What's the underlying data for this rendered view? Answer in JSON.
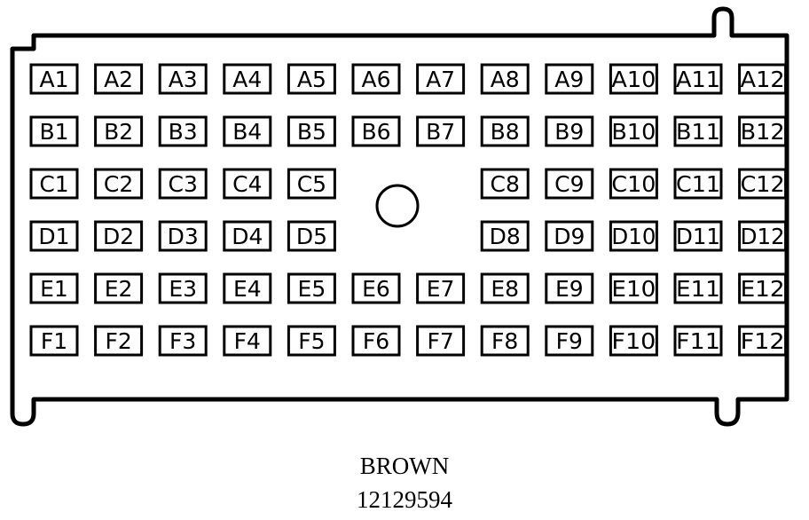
{
  "connector": {
    "color": "BROWN",
    "part_number": "12129594",
    "rows": [
      [
        "A1",
        "A2",
        "A3",
        "A4",
        "A5",
        "A6",
        "A7",
        "A8",
        "A9",
        "A10",
        "A11",
        "A12"
      ],
      [
        "B1",
        "B2",
        "B3",
        "B4",
        "B5",
        "B6",
        "B7",
        "B8",
        "B9",
        "B10",
        "B11",
        "B12"
      ],
      [
        "C1",
        "C2",
        "C3",
        "C4",
        "C5",
        "",
        "",
        "C8",
        "C9",
        "C10",
        "C11",
        "C12"
      ],
      [
        "D1",
        "D2",
        "D3",
        "D4",
        "D5",
        "",
        "",
        "D8",
        "D9",
        "D10",
        "D11",
        "D12"
      ],
      [
        "E1",
        "E2",
        "E3",
        "E4",
        "E5",
        "E6",
        "E7",
        "E8",
        "E9",
        "E10",
        "E11",
        "E12"
      ],
      [
        "F1",
        "F2",
        "F3",
        "F4",
        "F5",
        "F6",
        "F7",
        "F8",
        "F9",
        "F10",
        "F11",
        "F12"
      ]
    ],
    "colors": {
      "line": "#000000",
      "background": "#ffffff"
    }
  }
}
